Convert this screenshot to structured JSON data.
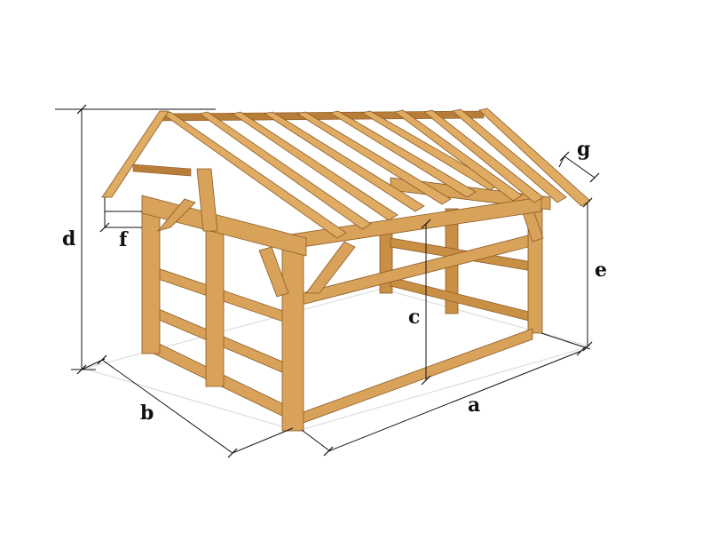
{
  "diagram": {
    "labels": {
      "a": "a",
      "b": "b",
      "c": "c",
      "d": "d",
      "e": "e",
      "f": "f",
      "g": "g"
    },
    "colors": {
      "timber_light": "#e0ab62",
      "timber_mid": "#d9a25a",
      "timber_dark": "#b87d38",
      "timber_edge": "#8a5a24",
      "dimension_line": "#111111"
    }
  }
}
